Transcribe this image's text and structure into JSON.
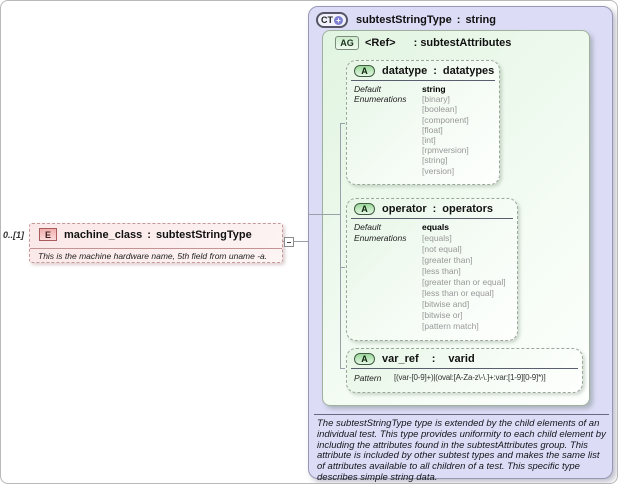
{
  "colors": {
    "complex_type_fill": "#dcdcf7",
    "attribute_group_fill": "#e1f4e1",
    "attribute_fill": "#e7f6e7",
    "element_fill": "#fbe7e7",
    "enum_text": "#989898"
  },
  "element": {
    "occurrence": "0..[1]",
    "badge": "E",
    "name": "machine_class",
    "sep": ":",
    "type": "subtestStringType",
    "annotation": "This is the machine hardware name, 5th field from uname -a."
  },
  "complex_type": {
    "badge": "CT",
    "badge_plus": "+",
    "name": "subtestStringType",
    "sep": ":",
    "type": "string",
    "annotation": "The subtestStringType type is extended by the child elements of an individual test.  This type provides uniformity to each child element by including the attributes found in the subtestAttributes group.  This attribute is included by other subtest types and makes the same list of attributes available to all children of a test.  This specific type describes simple string data."
  },
  "attribute_group": {
    "badge": "AG",
    "ref": "<Ref>",
    "sep": ":",
    "name": "subtestAttributes"
  },
  "attributes": [
    {
      "badge": "A",
      "name": "datatype",
      "sep": ":",
      "type": "datatypes",
      "default_label": "Default",
      "default_value": "string",
      "enumerations_label": "Enumerations",
      "enumerations": [
        "[binary]",
        "[boolean]",
        "[component]",
        "[float]",
        "[int]",
        "[rpmversion]",
        "[string]",
        "[version]"
      ]
    },
    {
      "badge": "A",
      "name": "operator",
      "sep": ":",
      "type": "operators",
      "default_label": "Default",
      "default_value": "equals",
      "enumerations_label": "Enumerations",
      "enumerations": [
        "[equals]",
        "[not equal]",
        "[greater than]",
        "[less than]",
        "[greater than or equal]",
        "[less than or equal]",
        "[bitwise and]",
        "[bitwise or]",
        "[pattern match]"
      ]
    },
    {
      "badge": "A",
      "name": "var_ref",
      "sep": ":",
      "type": "varid",
      "pattern_label": "Pattern",
      "pattern_value": "[(var-[0-9]+)|(oval:[A-Za-z\\-\\.]+:var:[1-9][0-9]*)]"
    }
  ]
}
